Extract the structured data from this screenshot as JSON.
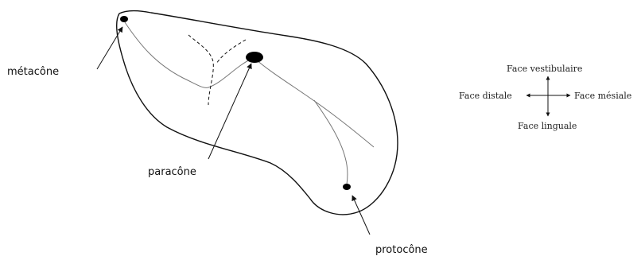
{
  "diagram": {
    "labels": {
      "metacone": "métacône",
      "paracone": "paracône",
      "protocone": "protocône"
    },
    "orientation": {
      "top": "Face vestibulaire",
      "left": "Face distale",
      "right": "Face mésiale",
      "bottom": "Face linguale"
    }
  }
}
